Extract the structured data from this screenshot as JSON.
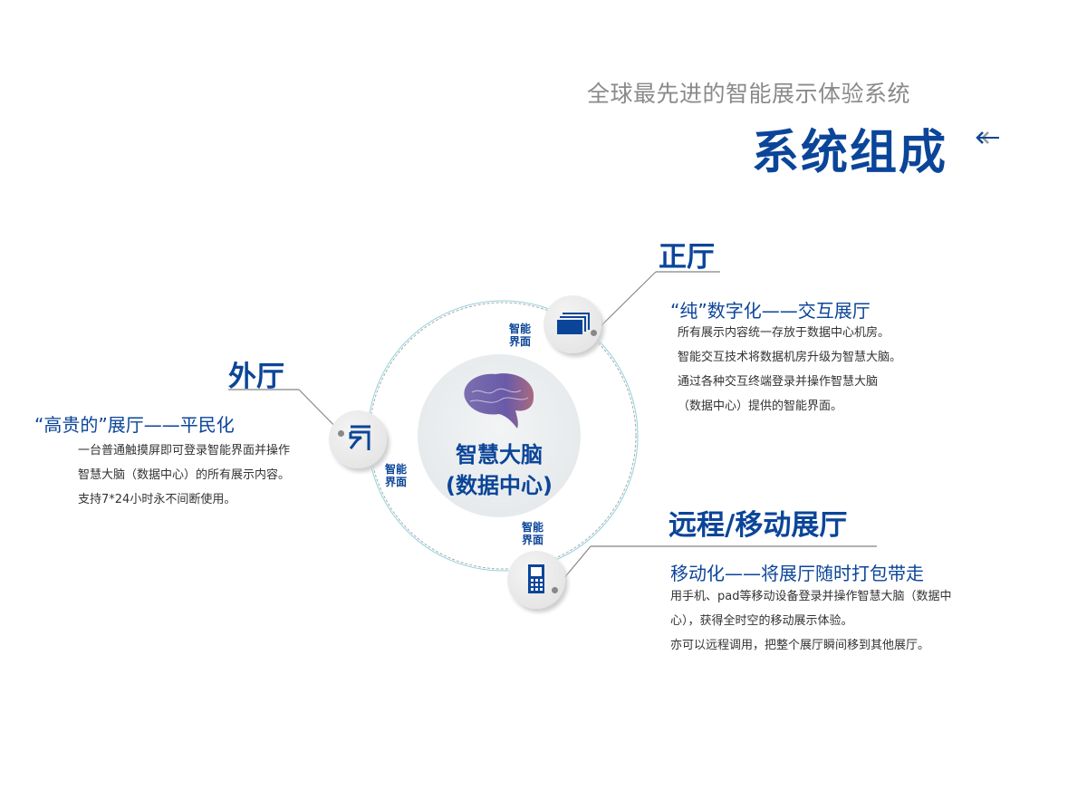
{
  "header": {
    "subtitle": "全球最先进的智能展示体验系统",
    "title": "系统组成",
    "arrow_icon": "double-left-arrow-icon"
  },
  "center": {
    "line1": "智慧大脑",
    "line2": "(数据中心)",
    "icon": "brain-icon"
  },
  "node_label": {
    "line1": "智能",
    "line2": "界面"
  },
  "main_hall": {
    "title": "正厅",
    "tagline": "“纯”数字化——交互展厅",
    "lines": [
      "所有展示内容统一存放于数据中心机房。",
      "智能交互技术将数据机房升级为智慧大脑。",
      "通过各种交互终端登录并操作智慧大脑",
      "（数据中心）提供的智能界面。"
    ],
    "icon": "screens-icon"
  },
  "outer_hall": {
    "title": "外厅",
    "tagline": "“高贵的”展厅——平民化",
    "lines": [
      "一台普通触摸屏即可登录智能界面并操作",
      "智慧大脑（数据中心）的所有展示内容。",
      "支持7*24小时永不间断使用。"
    ],
    "icon": "touch-hand-icon"
  },
  "remote_hall": {
    "title": "远程/移动展厅",
    "tagline": "移动化——将展厅随时打包带走",
    "lines": [
      "用手机、pad等移动设备登录并操作智慧大脑（数据中",
      "心），获得全时空的移动展示体验。",
      "亦可以远程调用，把整个展厅瞬间移到其他展厅。"
    ],
    "icon": "mobile-phone-icon"
  },
  "colors": {
    "accent": "#0b4599",
    "gray": "#8a8a8a"
  }
}
